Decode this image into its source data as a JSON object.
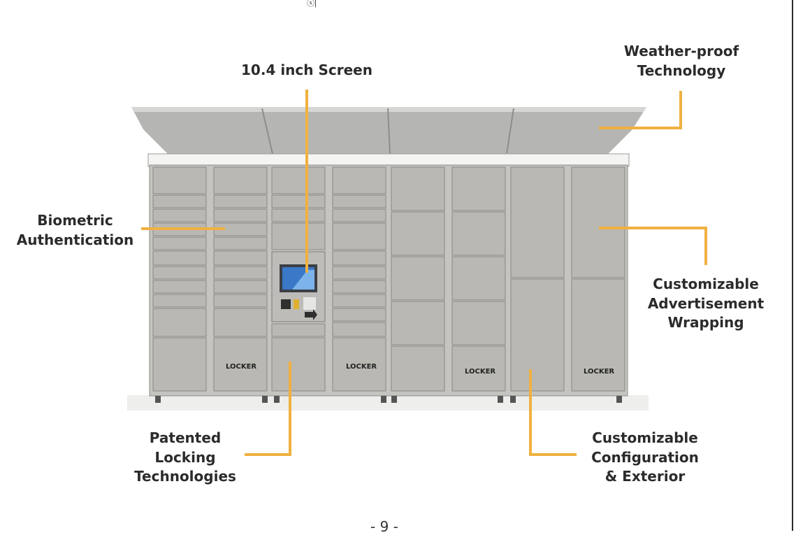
{
  "top_mark": "ⓢ|",
  "labels": {
    "screen": "10.4 inch Screen",
    "weather": "Weather-proof\nTechnology",
    "biometric": "Biometric\nAuthentication",
    "advertisement": "Customizable\nAdvertisement\nWrapping",
    "locking": "Patented\nLocking\nTechnologies",
    "configuration": "Customizable\nConfiguration\n& Exterior"
  },
  "brand_logo": "LOCKER",
  "page_number": "- 9 -",
  "colors": {
    "accent": "#efb140",
    "text": "#2b2b2b",
    "locker_body": "#c5c4c0",
    "locker_door": "#b9b8b3",
    "canopy": "#a9a9a7"
  }
}
